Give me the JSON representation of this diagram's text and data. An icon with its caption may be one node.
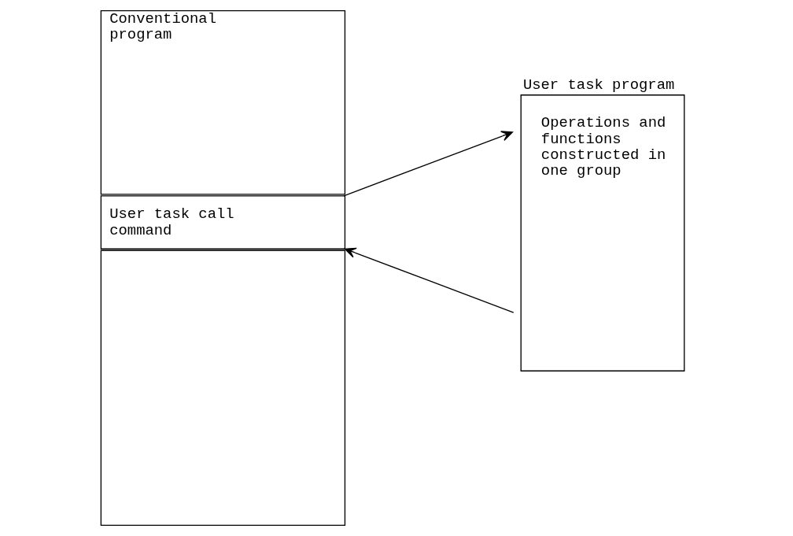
{
  "diagram": {
    "nodes": [
      {
        "text": [
          "Conventional program"
        ]
      },
      {
        "text": [
          "User task call command"
        ]
      },
      {
        "text": [],
        "shape": "box"
      },
      {
        "text": [
          "User task program",
          "Operations and functions constructed in one group"
        ]
      }
    ],
    "edges": [
      {
        "from": 1,
        "to": 3,
        "arrow": "to"
      },
      {
        "from": 3,
        "to": 1,
        "arrow": "to"
      }
    ]
  }
}
